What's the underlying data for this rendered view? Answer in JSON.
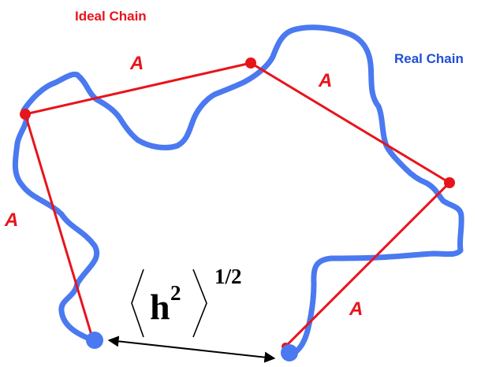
{
  "diagram": {
    "ideal_chain_label": "Ideal Chain",
    "real_chain_label": "Real Chain",
    "segment_label": "A",
    "formula": {
      "base": "h",
      "power": "2",
      "exponent": "1/2"
    },
    "colors": {
      "ideal_chain": "#e8141b",
      "real_chain": "#4a79f0",
      "end_to_end_arrow": "#000000"
    }
  }
}
